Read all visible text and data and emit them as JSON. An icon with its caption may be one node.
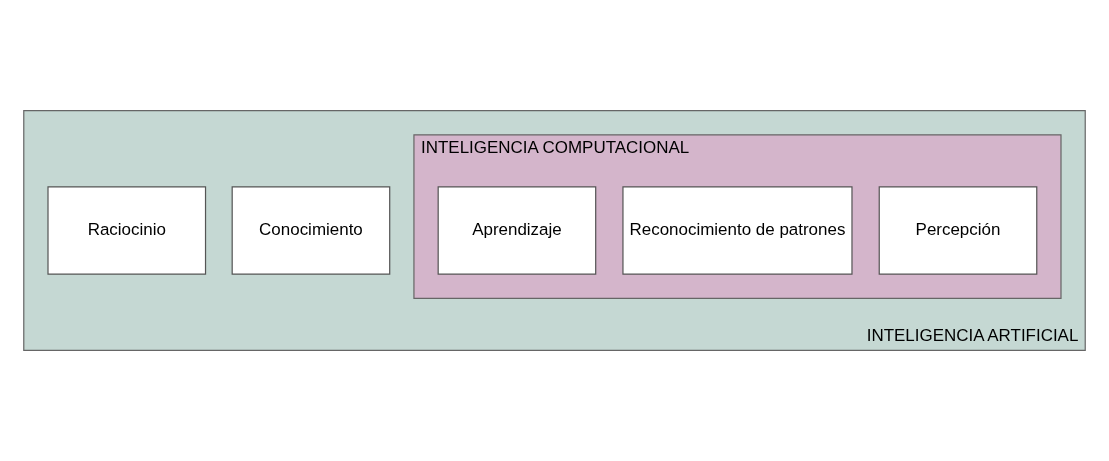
{
  "diagram": {
    "nodes": [
      {
        "text": [
          "INTELIGENCIA ARTIFICIAL"
        ]
      },
      {
        "text": [
          "INTELIGENCIA COMPUTACIONAL"
        ],
        "in": 0
      },
      {
        "text": [
          "Percepción"
        ],
        "in": 1
      },
      {
        "text": [
          "Reconocimiento de patrones"
        ],
        "in": 1
      },
      {
        "text": [
          "Aprendizaje"
        ],
        "in": 1
      },
      {
        "text": [
          "Conocimiento"
        ],
        "in": 0
      },
      {
        "text": [
          "Raciocinio"
        ],
        "in": 0
      }
    ],
    "edges": []
  }
}
